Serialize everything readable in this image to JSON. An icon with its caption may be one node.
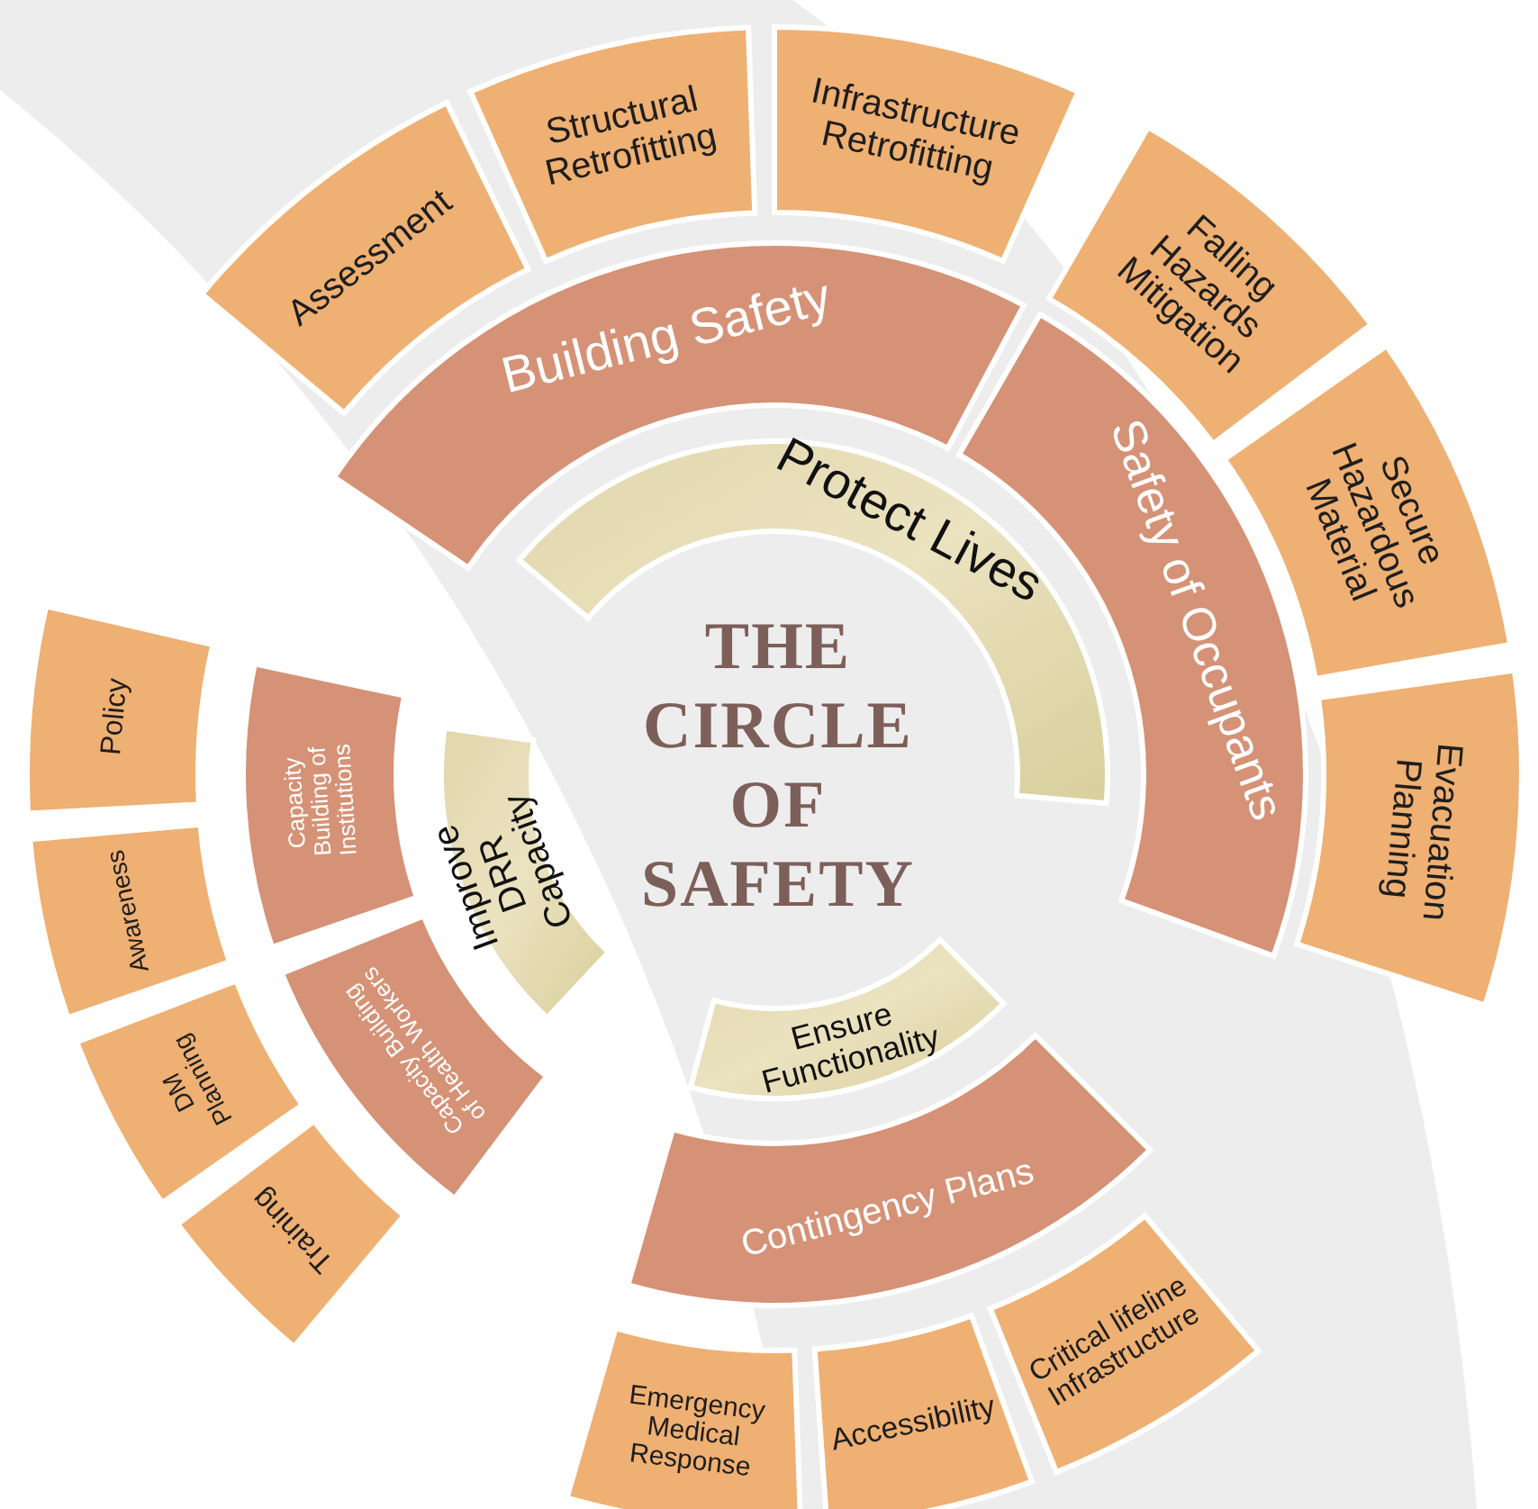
{
  "diagram": {
    "title": "THE CIRCLE OF SAFETY",
    "nodes": [
      {
        "text": [
          "Assessment"
        ]
      },
      {
        "text": [
          "Structural Retrofitting"
        ]
      },
      {
        "text": [
          "Infrastructure Retrofitting"
        ]
      },
      {
        "text": [
          "Building Safety"
        ]
      },
      {
        "text": [
          "Falling Hazards Mitigation"
        ]
      },
      {
        "text": [
          "Secure Hazardous Material"
        ]
      },
      {
        "text": [
          "Evacuation Planning"
        ]
      },
      {
        "text": [
          "Safety of Occupants"
        ]
      },
      {
        "text": [
          "Protect Lives"
        ]
      },
      {
        "text": [
          "Policy"
        ]
      },
      {
        "text": [
          "Capacity Building of Institutions"
        ]
      },
      {
        "text": [
          "Improve DRR Capacity"
        ]
      },
      {
        "text": [
          "Awareness"
        ]
      },
      {
        "text": [
          "Capacity Building of Health Workers"
        ]
      },
      {
        "text": [
          "DM Planning"
        ]
      },
      {
        "text": [
          "Training"
        ]
      },
      {
        "text": [
          "Ensure Functionality"
        ]
      },
      {
        "text": [
          "Contingency Plans"
        ]
      },
      {
        "text": [
          "Emergency Medical Response"
        ]
      },
      {
        "text": [
          "Accessibility"
        ]
      },
      {
        "text": [
          "Critical lifeline Infrastructure"
        ]
      }
    ]
  }
}
